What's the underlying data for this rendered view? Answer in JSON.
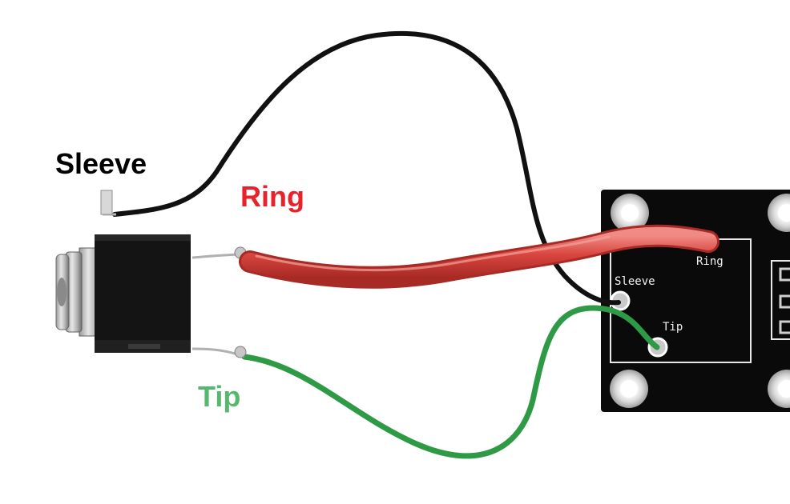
{
  "labels": {
    "sleeve": "Sleeve",
    "ring": "Ring",
    "tip": "Tip"
  },
  "pcb_silkscreen": {
    "ring": "Ring",
    "sleeve": "Sleeve",
    "tip": "Tip"
  },
  "colors": {
    "sleeve_wire": "#111111",
    "ring_wire": "#d9453f",
    "tip_wire": "#2f9a45",
    "pcb": "#0a0a0a",
    "label_ring": "#e8222a",
    "label_tip": "#55b86e",
    "label_sleeve": "#000000"
  }
}
